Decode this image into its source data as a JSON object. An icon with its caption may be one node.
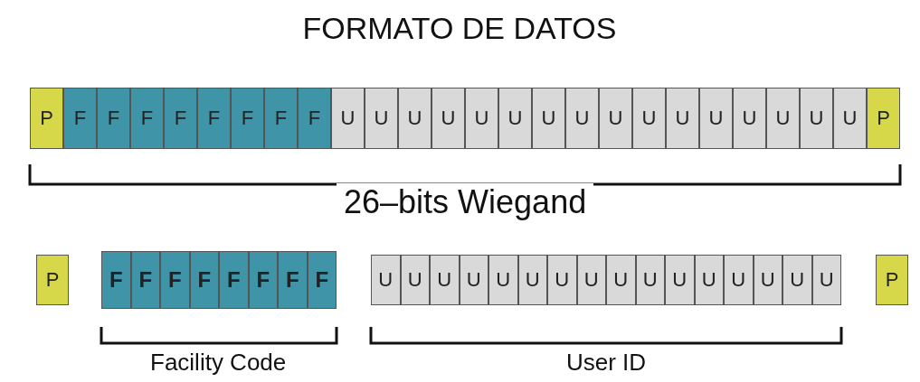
{
  "diagram": {
    "title": "FORMATO DE DATOS",
    "nodes": [
      {
        "text": [
          "P"
        ]
      },
      {
        "text": [
          "F"
        ]
      },
      {
        "text": [
          "F"
        ]
      },
      {
        "text": [
          "F"
        ]
      },
      {
        "text": [
          "F"
        ]
      },
      {
        "text": [
          "F"
        ]
      },
      {
        "text": [
          "F"
        ]
      },
      {
        "text": [
          "F"
        ]
      },
      {
        "text": [
          "F"
        ]
      },
      {
        "text": [
          "U"
        ]
      },
      {
        "text": [
          "U"
        ]
      },
      {
        "text": [
          "U"
        ]
      },
      {
        "text": [
          "U"
        ]
      },
      {
        "text": [
          "U"
        ]
      },
      {
        "text": [
          "U"
        ]
      },
      {
        "text": [
          "U"
        ]
      },
      {
        "text": [
          "U"
        ]
      },
      {
        "text": [
          "U"
        ]
      },
      {
        "text": [
          "U"
        ]
      },
      {
        "text": [
          "U"
        ]
      },
      {
        "text": [
          "U"
        ]
      },
      {
        "text": [
          "U"
        ]
      },
      {
        "text": [
          "U"
        ]
      },
      {
        "text": [
          "U"
        ]
      },
      {
        "text": [
          "U"
        ]
      },
      {
        "text": [
          "P"
        ]
      },
      {
        "text": [
          "P"
        ]
      },
      {
        "text": [
          "F"
        ]
      },
      {
        "text": [
          "F"
        ]
      },
      {
        "text": [
          "F"
        ]
      },
      {
        "text": [
          "F"
        ]
      },
      {
        "text": [
          "F"
        ]
      },
      {
        "text": [
          "F"
        ]
      },
      {
        "text": [
          "F"
        ]
      },
      {
        "text": [
          "F"
        ]
      },
      {
        "text": [
          "U"
        ]
      },
      {
        "text": [
          "U"
        ]
      },
      {
        "text": [
          "U"
        ]
      },
      {
        "text": [
          "U"
        ]
      },
      {
        "text": [
          "U"
        ]
      },
      {
        "text": [
          "U"
        ]
      },
      {
        "text": [
          "U"
        ]
      },
      {
        "text": [
          "U"
        ]
      },
      {
        "text": [
          "U"
        ]
      },
      {
        "text": [
          "U"
        ]
      },
      {
        "text": [
          "U"
        ]
      },
      {
        "text": [
          "U"
        ]
      },
      {
        "text": [
          "U"
        ]
      },
      {
        "text": [
          "U"
        ]
      },
      {
        "text": [
          "U"
        ]
      },
      {
        "text": [
          "U"
        ]
      },
      {
        "text": [
          "P"
        ]
      }
    ],
    "labels": [
      "26–bits Wiegand",
      "Facility Code",
      "User ID"
    ]
  }
}
